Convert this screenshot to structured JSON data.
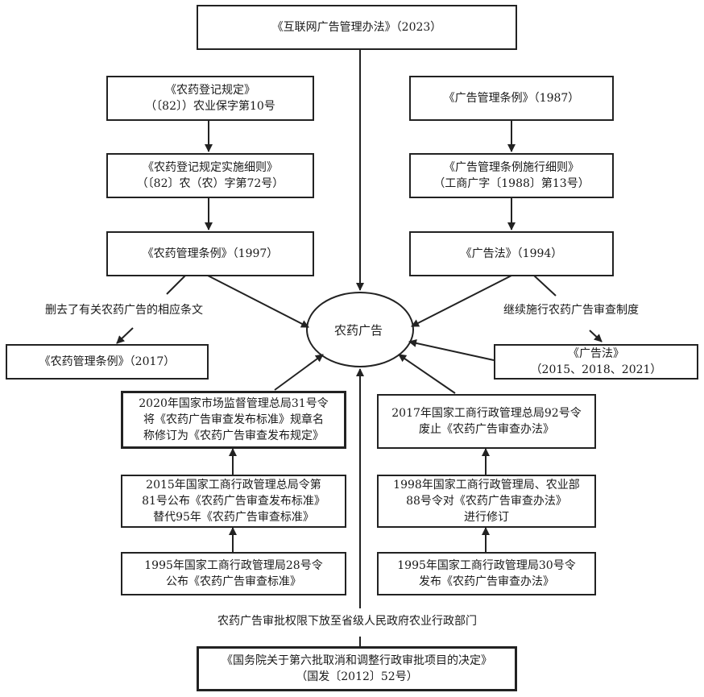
{
  "diagram": {
    "center": "农药广告",
    "top_box": "《互联网广告管理办法》（2023）",
    "left_chain": [
      {
        "lines": [
          "《农药登记规定》",
          "（〔82〕）农业保字第10号"
        ]
      },
      {
        "lines": [
          "《农药登记规定实施细则》",
          "（〔82〕农（农）字第72号）"
        ]
      },
      {
        "lines": [
          "《农药管理条例》（1997）"
        ]
      }
    ],
    "left_annotation": "删去了有关农药广告的相应条文",
    "left_result": "《农药管理条例》（2017）",
    "right_chain": [
      {
        "lines": [
          "《广告管理条例》（1987）"
        ]
      },
      {
        "lines": [
          "《广告管理条例施行细则》",
          "（工商广字〔1988〕第13号）"
        ]
      },
      {
        "lines": [
          "《广告法》（1994）"
        ]
      }
    ],
    "right_annotation": "继续施行农药广告审查制度",
    "right_result": {
      "lines": [
        "《广告法》",
        "（2015、2018、2021）"
      ]
    },
    "bottom_left_chain": [
      {
        "lines": [
          "2020年国家市场监督管理总局31号令",
          "将《农药广告审查发布标准》规章名",
          "称修订为《农药广告审查发布规定》"
        ]
      },
      {
        "lines": [
          "2015年国家工商行政管理总局令第",
          "81号公布《农药广告审查发布标准》",
          "替代95年《农药广告审查标准》"
        ]
      },
      {
        "lines": [
          "1995年国家工商行政管理局28号令",
          "公布《农药广告审查标准》"
        ]
      }
    ],
    "bottom_right_chain": [
      {
        "lines": [
          "2017年国家工商行政管理总局92号令",
          "废止《农药广告审查办法》"
        ]
      },
      {
        "lines": [
          "1998年国家工商行政管理局、农业部",
          "88号令对《农药广告审查办法》",
          "进行修订"
        ]
      },
      {
        "lines": [
          "1995年国家工商行政管理局30号令",
          "发布《农药广告审查办法》"
        ]
      }
    ],
    "bottom_annotation": "农药广告审批权限下放至省级人民政府农业行政部门",
    "bottom_box": {
      "lines": [
        "《国务院关于第六批取消和调整行政审批项目的决定》",
        "（国发〔2012〕52号）"
      ]
    }
  }
}
